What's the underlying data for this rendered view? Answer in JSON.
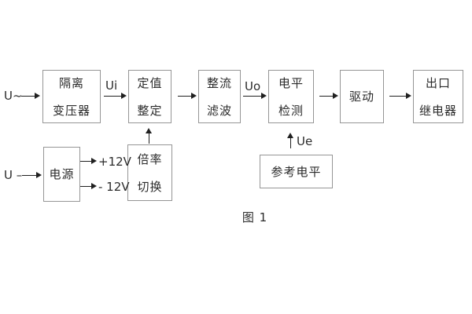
{
  "figure": {
    "caption": "图 1",
    "background_color": "#ffffff",
    "box_border_color": "#959595",
    "text_color": "#2b2b2b",
    "arrow_color": "#202020"
  },
  "blocks": {
    "isolation_transformer": {
      "line1": "隔离",
      "line2": "变压器"
    },
    "value_setting": {
      "line1": "定值",
      "line2": "整定"
    },
    "rectifier_filter": {
      "line1": "整流",
      "line2": "滤波"
    },
    "level_detection": {
      "line1": "电平",
      "line2": "检测"
    },
    "drive": {
      "line1": "驱动"
    },
    "output_relay": {
      "line1": "出口",
      "line2": "继电器"
    },
    "power_supply": {
      "line1": "电源"
    },
    "ratio_switch": {
      "line1": "倍率",
      "line2": "切换"
    },
    "reference_level": {
      "line1": "参考电平"
    }
  },
  "labels": {
    "input_ac": "U~",
    "input_dc": "U –",
    "ui": "Ui",
    "uo": "Uo",
    "ue": "Ue",
    "plus_12v": "+12V",
    "minus_12v": "- 12V"
  }
}
